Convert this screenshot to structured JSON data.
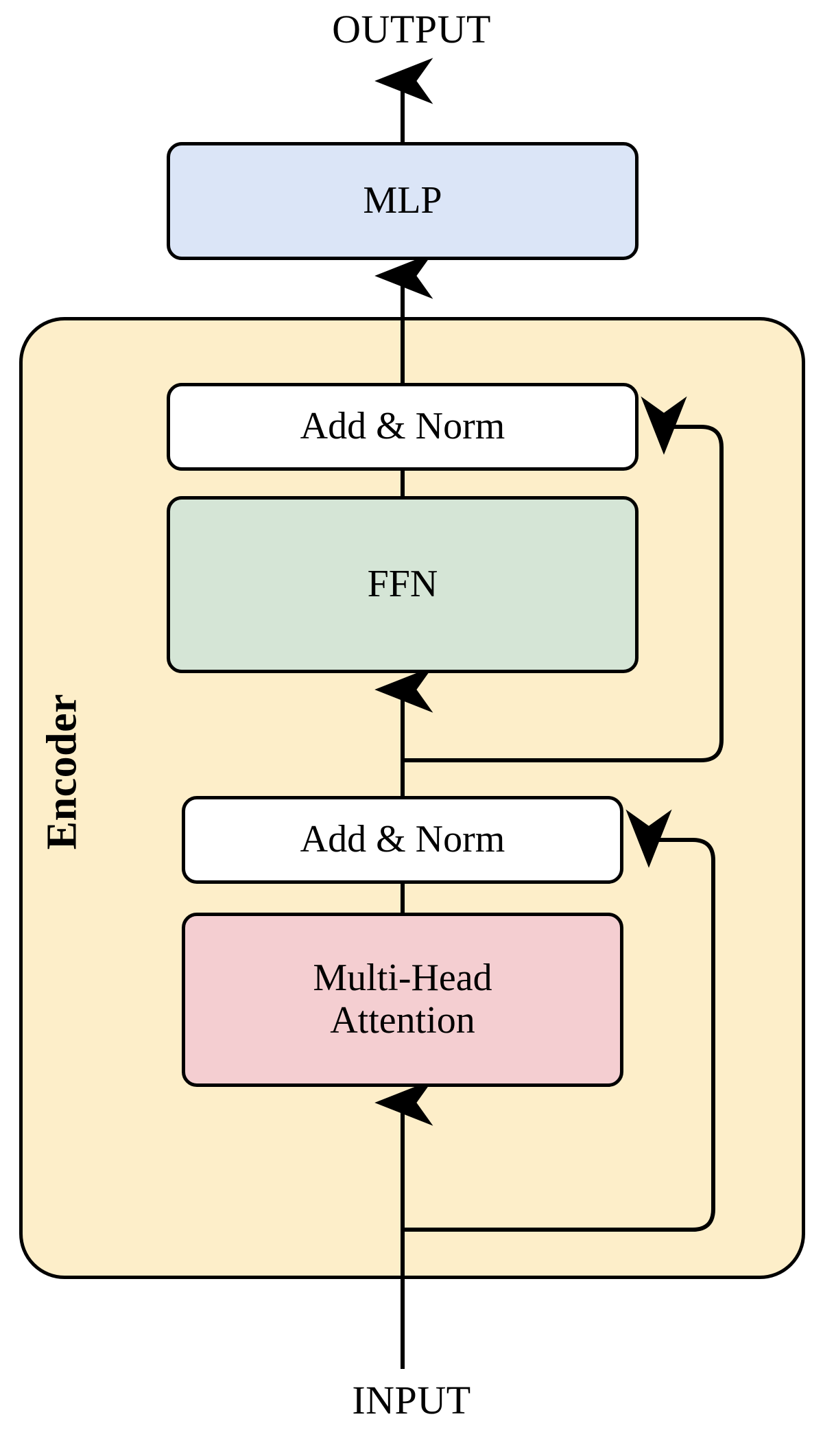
{
  "diagram": {
    "title": "Transformer Encoder block diagram",
    "io": {
      "output_label": "OUTPUT",
      "input_label": "INPUT"
    },
    "encoder": {
      "label": "Encoder",
      "fill_color": "#fdeec9",
      "border_color": "#000000"
    },
    "nodes": {
      "mlp": {
        "label": "MLP",
        "fill_color": "#dbe5f7"
      },
      "add_norm_top": {
        "label": "Add & Norm",
        "fill_color": "#ffffff"
      },
      "ffn": {
        "label": "FFN",
        "fill_color": "#d5e5d6"
      },
      "add_norm_bottom": {
        "label": "Add & Norm",
        "fill_color": "#ffffff"
      },
      "multi_head_attention": {
        "label_line1": "Multi-Head",
        "label_line2": "Attention",
        "fill_color": "#f4ced1"
      }
    },
    "connections": [
      {
        "name": "input-to-multi-head-attention",
        "from": "INPUT",
        "to": "Multi-Head Attention",
        "kind": "arrow"
      },
      {
        "name": "multi-head-attention-to-add-norm-bottom",
        "from": "Multi-Head Attention",
        "to": "Add & Norm",
        "kind": "line"
      },
      {
        "name": "residual-input-to-add-norm-bottom",
        "from": "INPUT",
        "to": "Add & Norm",
        "kind": "arrow"
      },
      {
        "name": "add-norm-bottom-to-ffn",
        "from": "Add & Norm",
        "to": "FFN",
        "kind": "arrow"
      },
      {
        "name": "ffn-to-add-norm-top",
        "from": "FFN",
        "to": "Add & Norm",
        "kind": "line"
      },
      {
        "name": "residual-add-norm-bottom-to-add-norm-top",
        "from": "Add & Norm",
        "to": "Add & Norm",
        "kind": "arrow"
      },
      {
        "name": "add-norm-top-to-mlp",
        "from": "Add & Norm",
        "to": "MLP",
        "kind": "arrow"
      },
      {
        "name": "mlp-to-output",
        "from": "MLP",
        "to": "OUTPUT",
        "kind": "arrow"
      }
    ]
  }
}
